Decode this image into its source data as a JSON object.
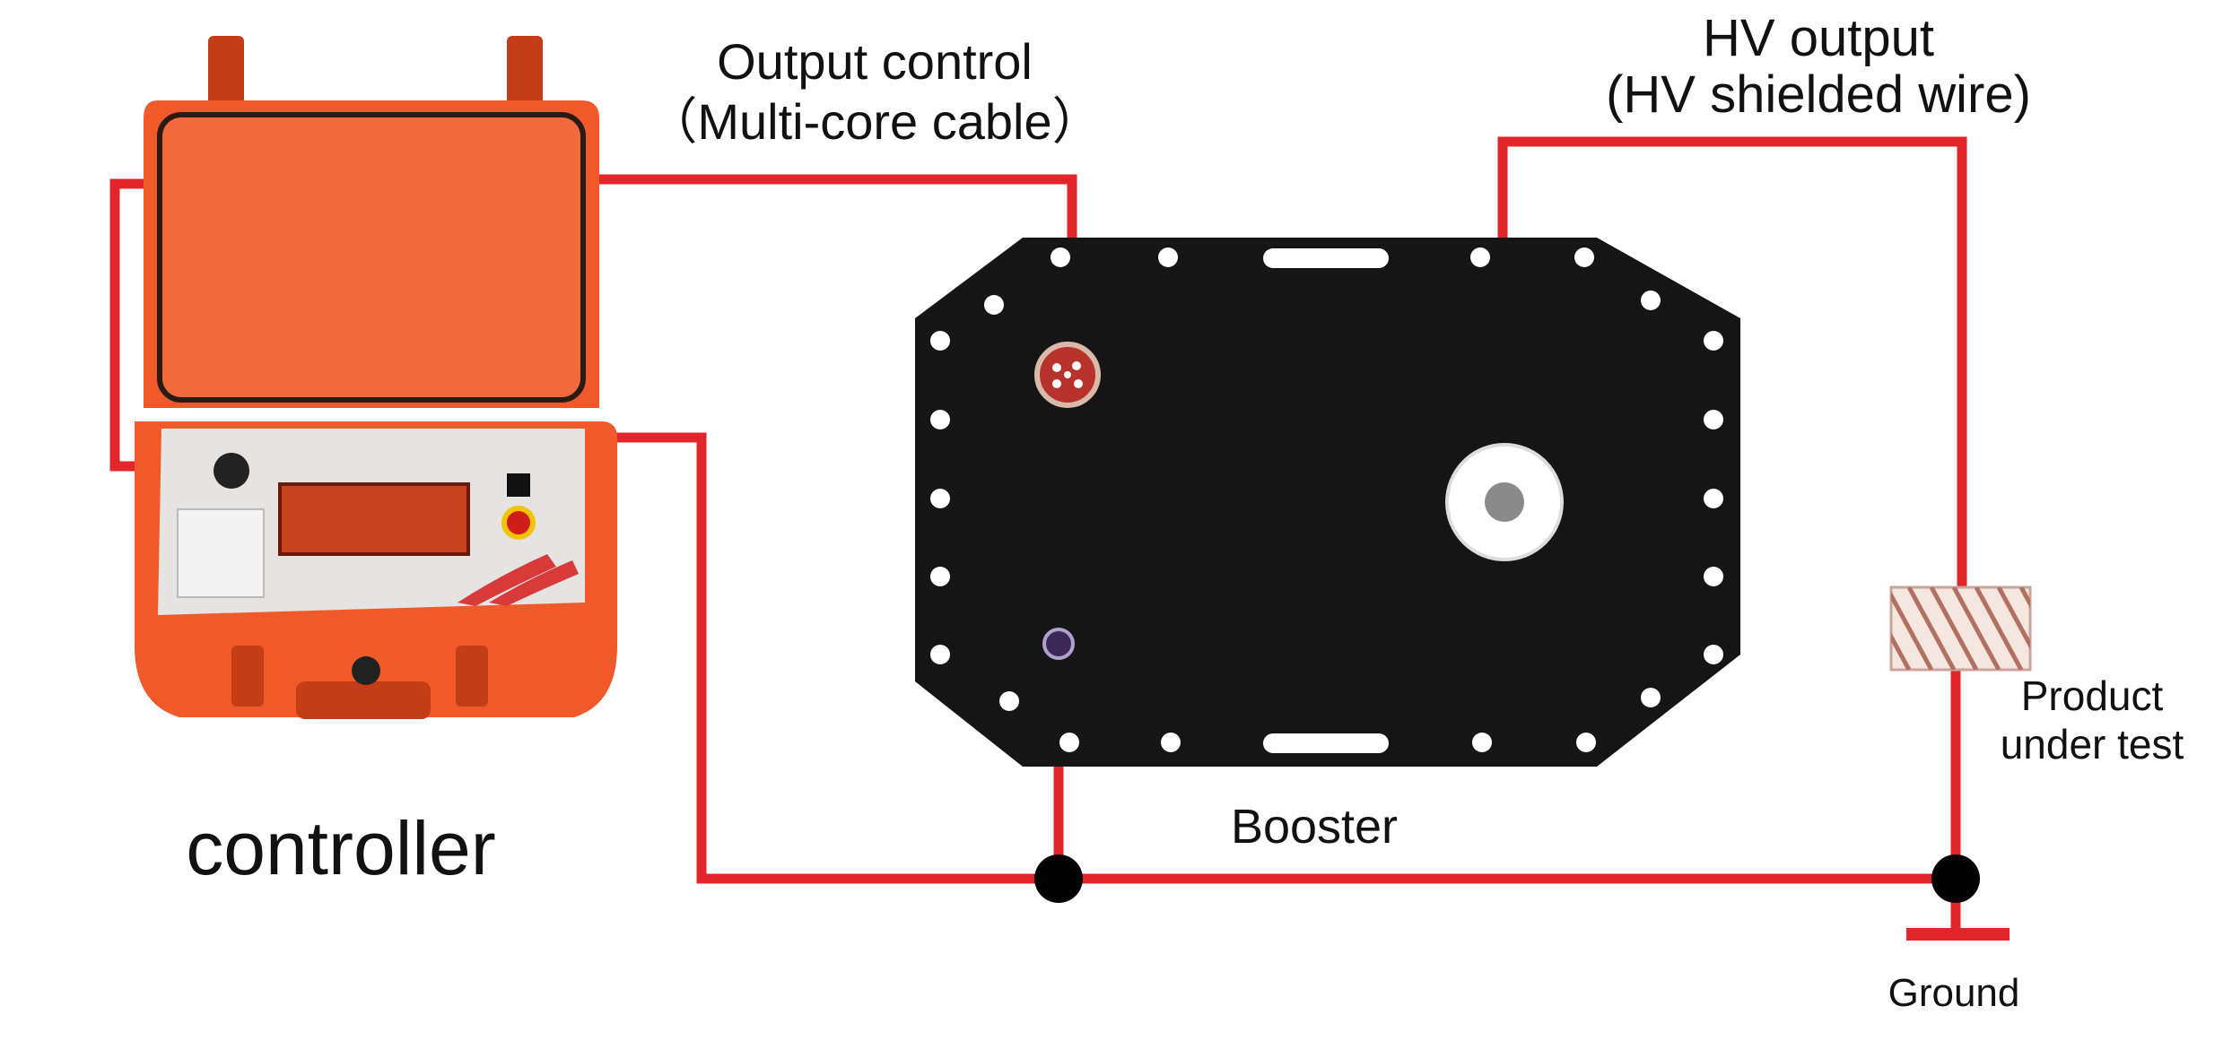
{
  "labels": {
    "output_control_line1": "Output control",
    "output_control_line2": "（Multi-core cable）",
    "hv_output_line1": "HV output",
    "hv_output_line2": "(HV shielded wire)",
    "controller": "controller",
    "booster": "Booster",
    "product_line1": "Product",
    "product_line2": "under test",
    "ground": "Ground"
  },
  "colors": {
    "wire": "#e0252b",
    "case": "#f05a2a",
    "case_dark": "#c23d18",
    "case_inner": "#f26a3c",
    "booster_body": "#151515",
    "panel": "#e6e3e3",
    "display": "#c9421f",
    "text": "#111111"
  },
  "icons": {
    "controller": "instrument-case-icon",
    "booster": "booster-transformer-icon",
    "control_socket": "multi-pin-connector-icon",
    "hv_bushing": "hv-bushing-icon",
    "ground_terminal": "ground-terminal-icon",
    "product": "test-specimen-icon",
    "ground_symbol": "ground-symbol-icon"
  }
}
